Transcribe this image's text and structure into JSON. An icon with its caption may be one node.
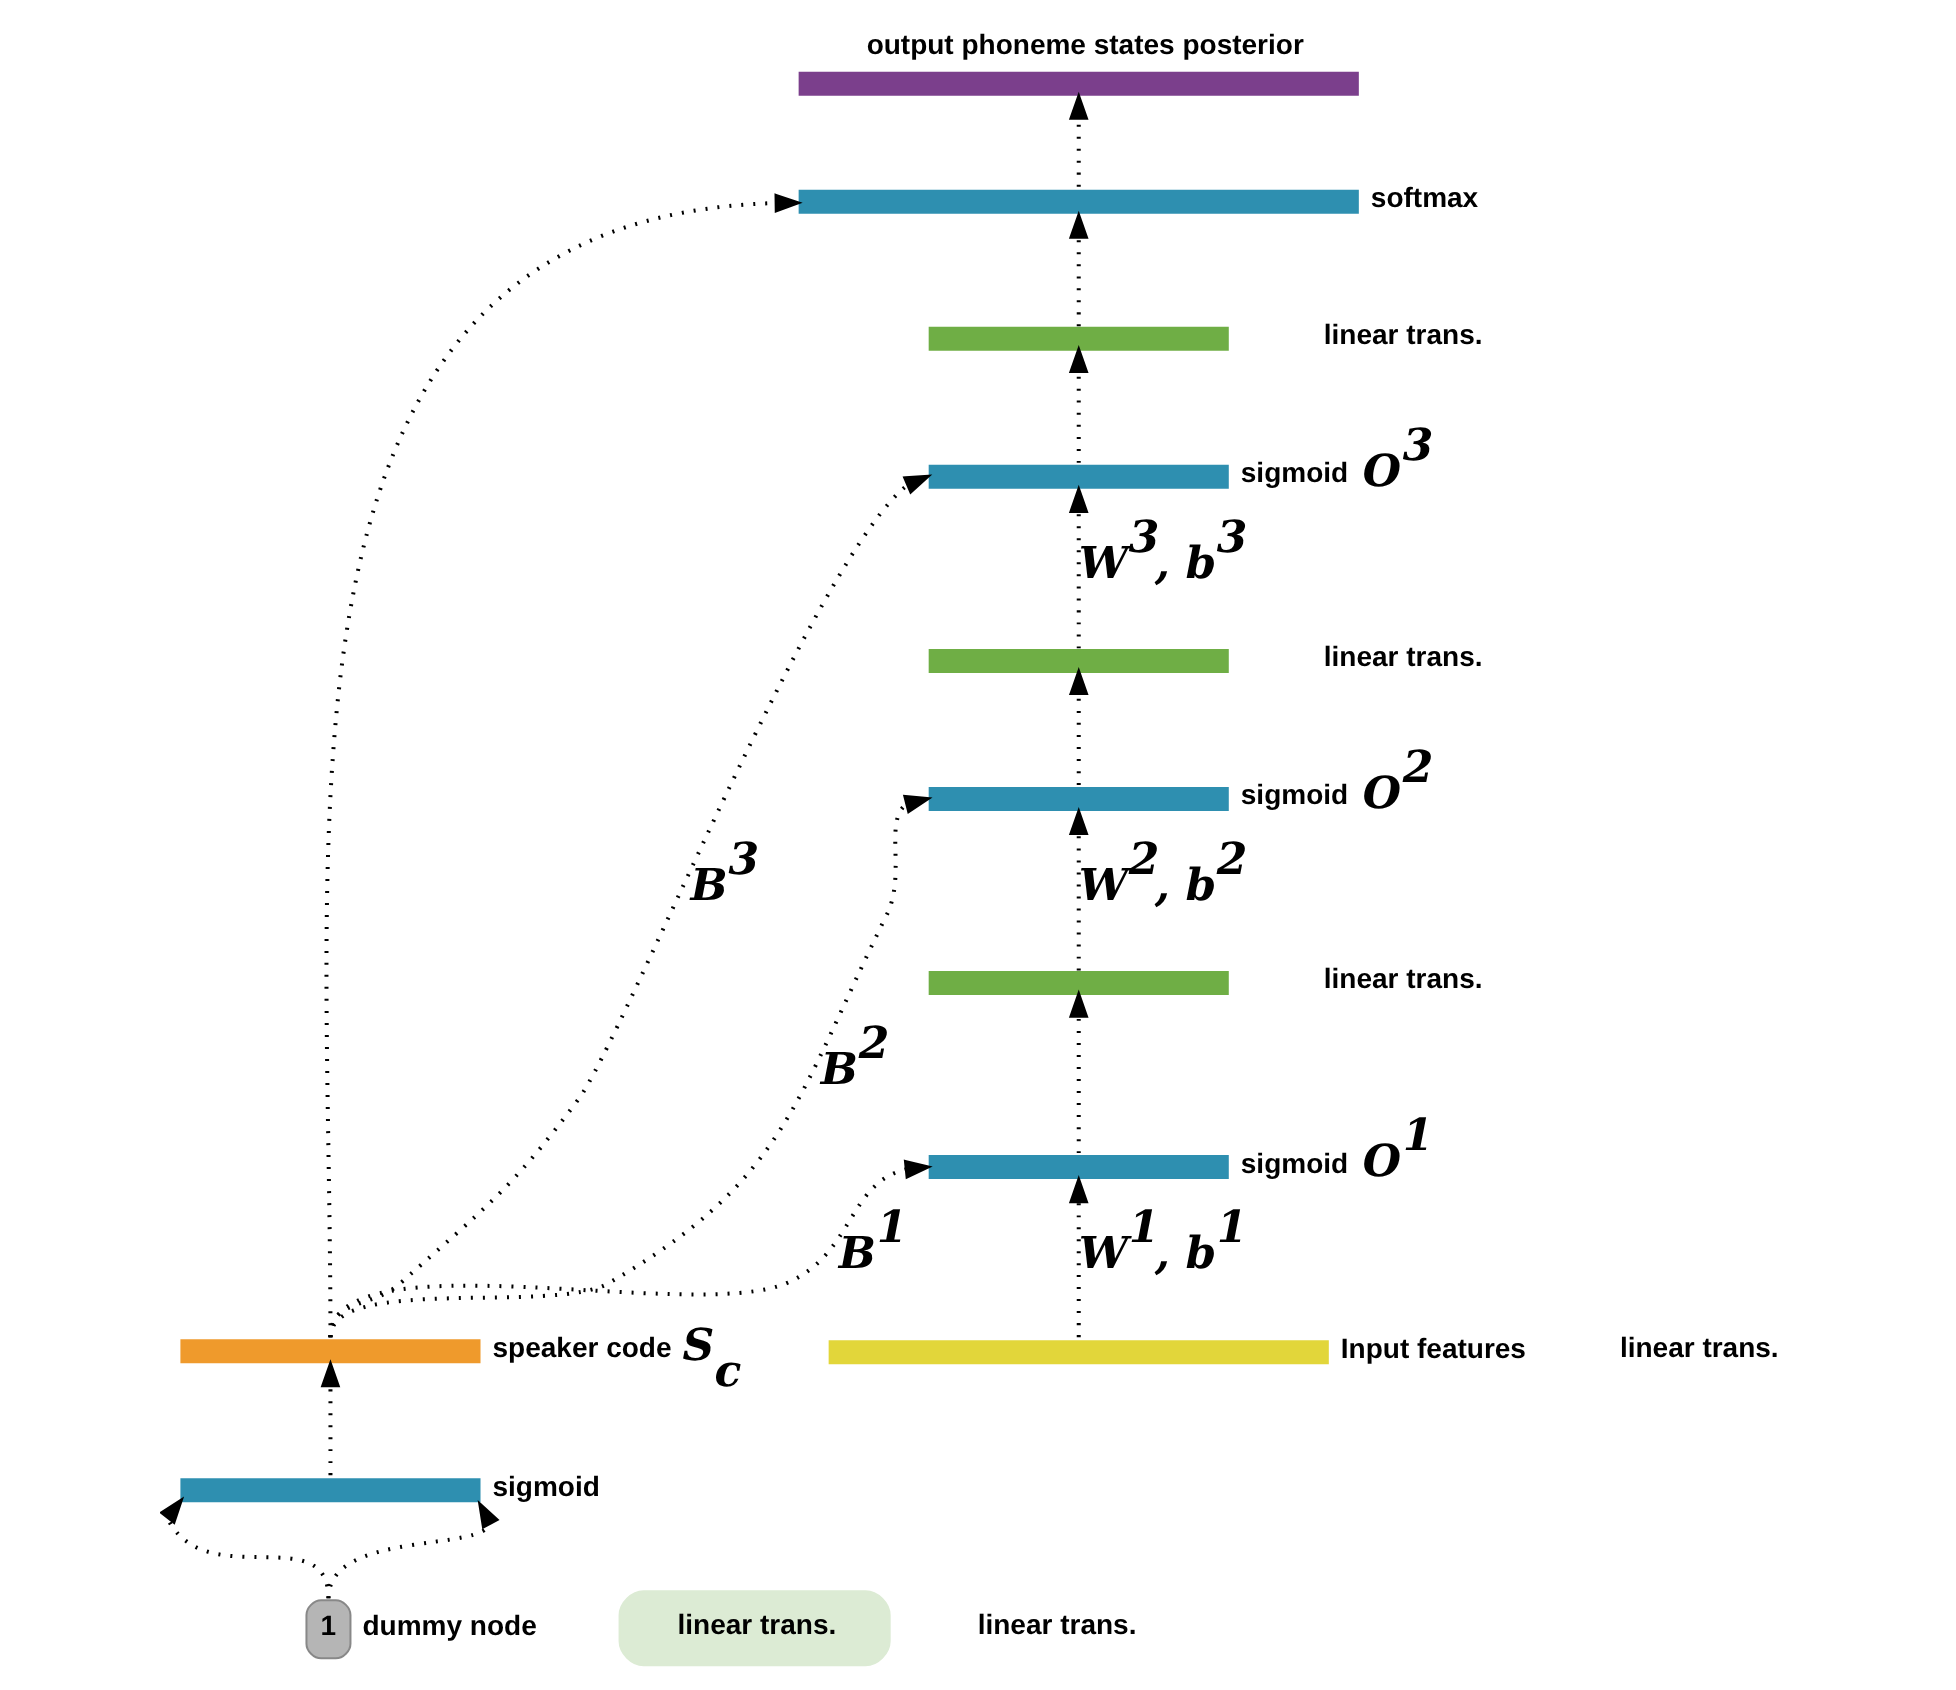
{
  "diagram": {
    "nodes": [
      {
        "text": [],
        "shape": "bar",
        "beside": [
          "output phoneme states posterior"
        ]
      },
      {
        "text": [],
        "shape": "bar",
        "beside": [
          "softmax"
        ]
      },
      {
        "text": [],
        "shape": "bar"
      },
      {
        "text": [],
        "shape": "bar",
        "beside": [
          "sigmoid",
          "O$^{3}$"
        ]
      },
      {
        "text": [],
        "shape": "bar"
      },
      {
        "text": [],
        "shape": "bar",
        "beside": [
          "sigmoid",
          "O$^{2}$"
        ]
      },
      {
        "text": [],
        "shape": "bar"
      },
      {
        "text": [],
        "shape": "bar",
        "beside": [
          "sigmoid",
          "O$^{1}$"
        ]
      },
      {
        "text": [],
        "shape": "bar",
        "beside": [
          "Input features"
        ]
      },
      {
        "text": [],
        "shape": "bar",
        "beside": [
          "speaker code",
          "S$_{c}$"
        ]
      },
      {
        "text": [],
        "shape": "bar",
        "beside": [
          "sigmoid"
        ]
      },
      {
        "text": [
          "linear trans."
        ]
      },
      {
        "text": [
          "1"
        ],
        "beside": [
          "dummy node"
        ]
      }
    ],
    "edges": [
      {
        "from": 8,
        "to": 7,
        "arrow": "to",
        "label": "W$^{1}$, b$^{1}$"
      },
      {
        "from": 7,
        "to": 6,
        "arrow": "to"
      },
      {
        "from": 6,
        "to": 5,
        "arrow": "to",
        "label": "W$^{2}$, b$^{2}$"
      },
      {
        "from": 5,
        "to": 4,
        "arrow": "to"
      },
      {
        "from": 4,
        "to": 3,
        "arrow": "to",
        "label": "W$^{3}$, b$^{3}$"
      },
      {
        "from": 3,
        "to": 2,
        "arrow": "to"
      },
      {
        "from": 2,
        "to": 1,
        "arrow": "to"
      },
      {
        "from": 1,
        "to": 0,
        "arrow": "to"
      },
      {
        "from": 12,
        "to": 10,
        "arrow": "to"
      },
      {
        "from": 12,
        "to": 10,
        "arrow": "to"
      },
      {
        "from": 10,
        "to": 9,
        "arrow": "to"
      },
      {
        "from": 9,
        "to": 7,
        "arrow": "to",
        "label": "B$^{1}$"
      },
      {
        "from": 9,
        "to": 5,
        "arrow": "to",
        "label": "B$^{2}$"
      },
      {
        "from": 9,
        "to": 3,
        "arrow": "to",
        "label": "B$^{3}$"
      },
      {
        "from": 9,
        "to": 1,
        "arrow": "to"
      }
    ],
    "labels": [
      "linear trans.",
      "linear trans.",
      "linear trans.",
      "linear trans.",
      "linear trans."
    ]
  }
}
